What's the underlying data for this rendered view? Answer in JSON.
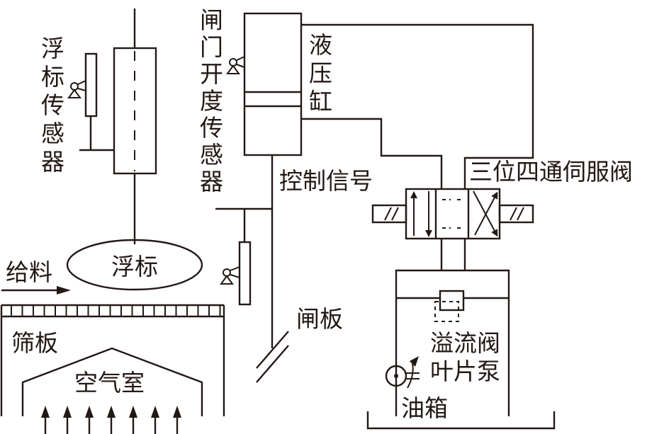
{
  "colors": {
    "stroke": "#231815",
    "background": "#ffffff"
  },
  "labels": {
    "float_sensor": [
      "浮",
      "标",
      "传",
      "感",
      "器"
    ],
    "gate_opening_sensor": [
      "闸",
      "门",
      "开",
      "度",
      "传",
      "感",
      "器"
    ],
    "hydraulic_cylinder": [
      "液",
      "压",
      "缸"
    ],
    "control_signal": "控制信号",
    "servo_valve": "三位四通伺服阀",
    "float": "浮标",
    "feed": "给料",
    "gate_plate": "闸板",
    "sieve_plate": "筛板",
    "air_chamber": "空气室",
    "relief_valve": "溢流阀",
    "vane_pump": "叶片泵",
    "oil_tank": "油箱"
  }
}
